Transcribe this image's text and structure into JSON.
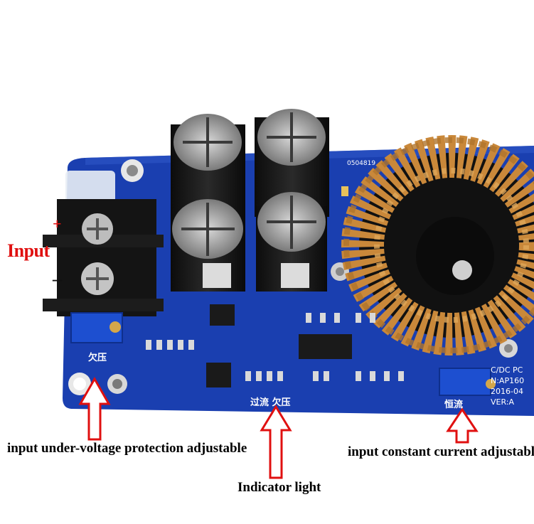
{
  "labels": {
    "input": "Input",
    "plus": "+",
    "minus": "–",
    "under_voltage": "input under-voltage protection adjustable",
    "indicator": "Indicator light",
    "constant_current": "input constant current adjustable"
  },
  "silkscreen": {
    "under_voltage": "欠压",
    "over_current_under_voltage": "过流 欠压",
    "constant_current": "恒流",
    "code": "0504819",
    "model_lines": [
      "C/DC PC",
      "N:AP160",
      "2016-04",
      "VER:A"
    ]
  },
  "colors": {
    "pcb": "#1a3fb0",
    "label_red": "#e01010",
    "arrow_red": "#e01010",
    "copper": "#c9883a"
  }
}
